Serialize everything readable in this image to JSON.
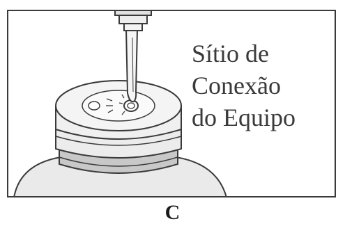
{
  "figure": {
    "callout_lines": [
      "Sítio de",
      "Conexão",
      "do Equipo"
    ],
    "caption": "C",
    "colors": {
      "outline": "#3a3a3a",
      "bottle_body": "#e8e8e8",
      "cap_ring_band": "#c8c8c8",
      "cap_top": "#f2f2f2",
      "background": "#ffffff"
    }
  }
}
